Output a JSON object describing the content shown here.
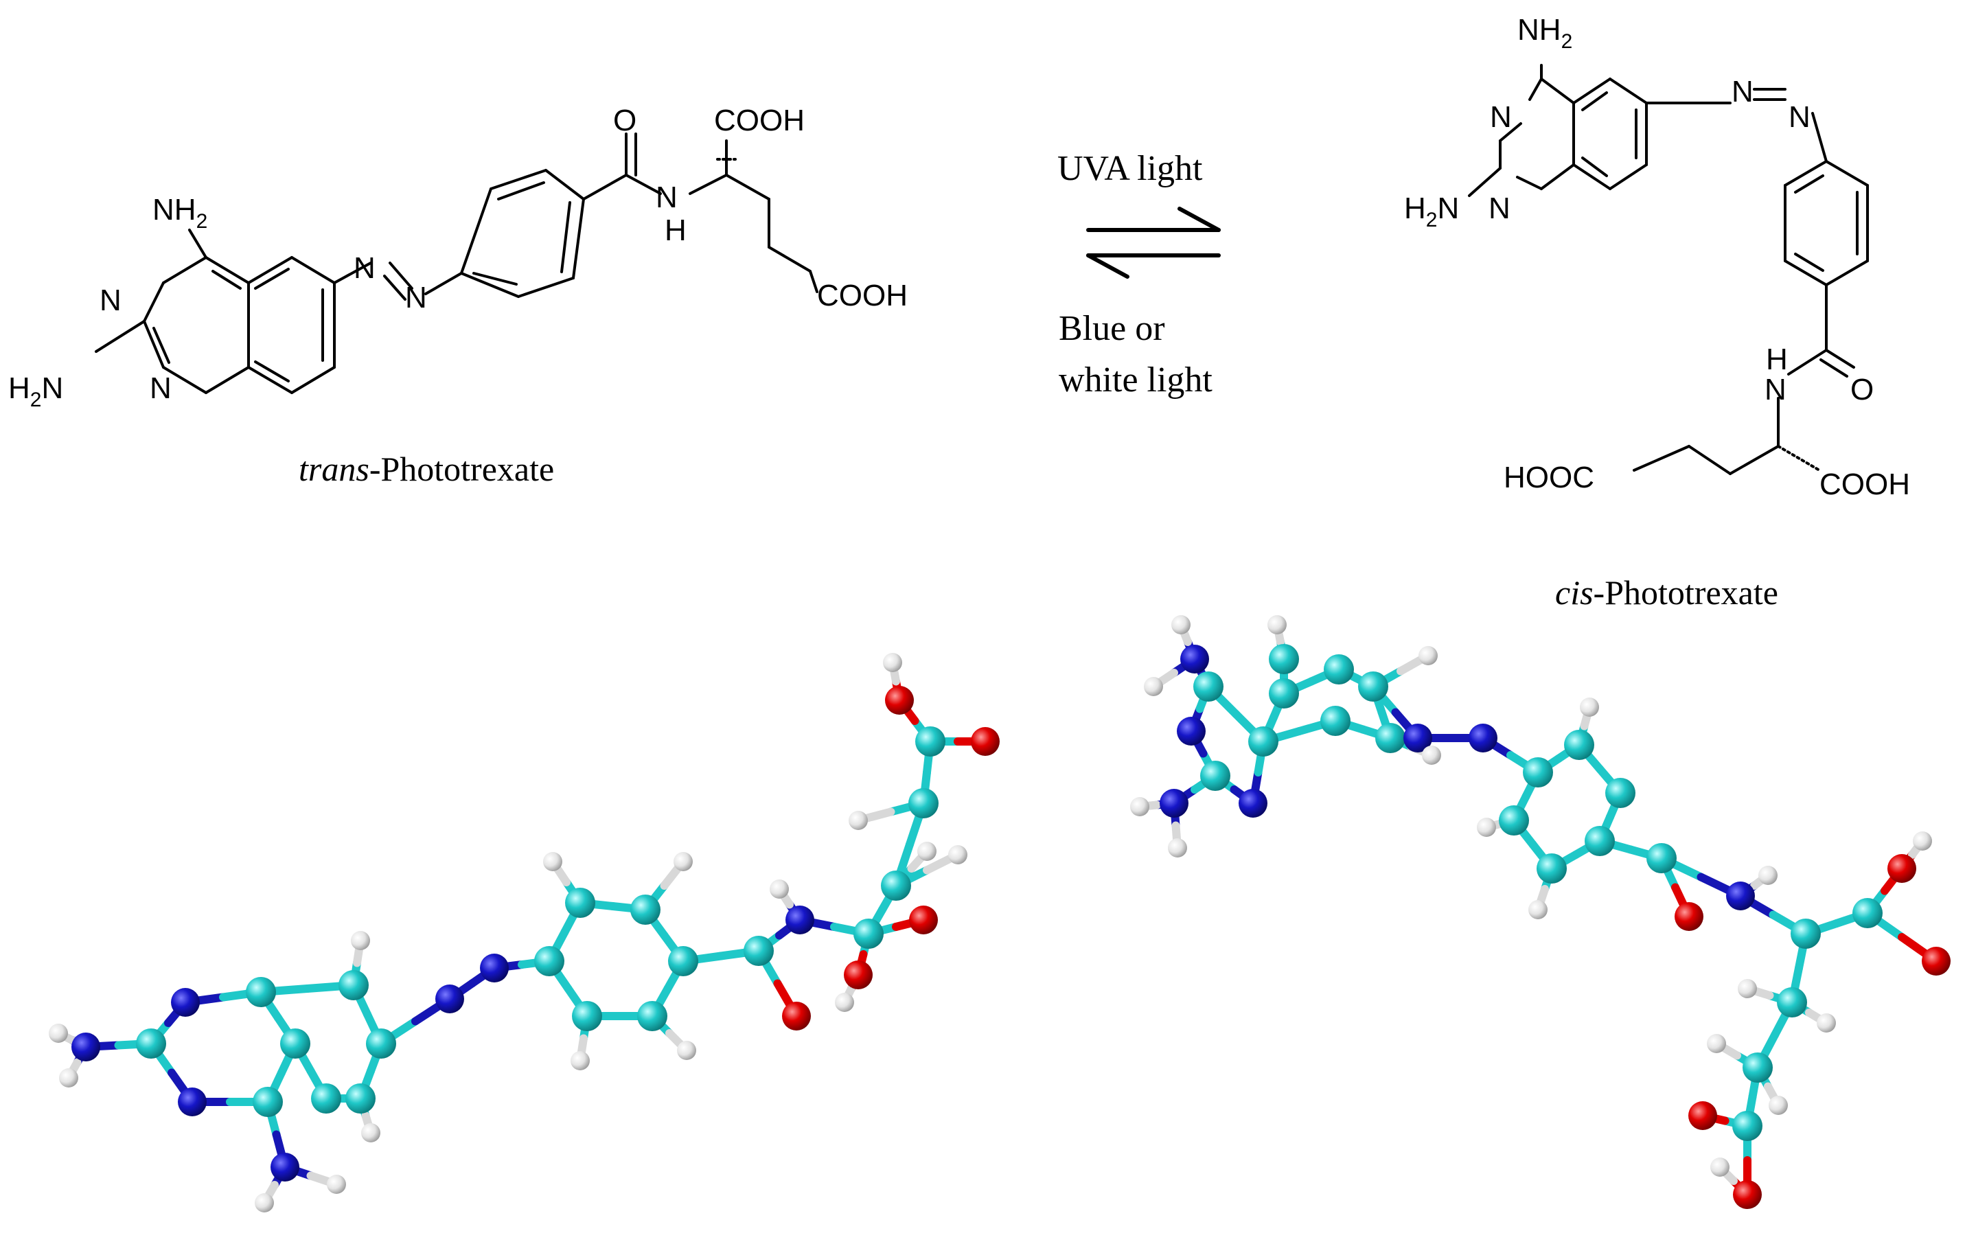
{
  "labels": {
    "nh2": "NH",
    "h2n": "H",
    "two": "2",
    "n": "N",
    "o": "O",
    "h": "H",
    "cooh": "COOH",
    "hooc": "HOOC",
    "nh": "NH"
  },
  "captions": {
    "trans_prefix": "trans",
    "cis_prefix": "cis",
    "name_suffix": "-Phototrexate"
  },
  "conditions": {
    "forward": "UVA  light",
    "reverse_line1": "Blue or",
    "reverse_line2": "white light"
  },
  "colors": {
    "carbon": "#1fc8c8",
    "nitrogen": "#1616b4",
    "oxygen": "#e00000",
    "hydrogen": "#e6e6e6"
  }
}
